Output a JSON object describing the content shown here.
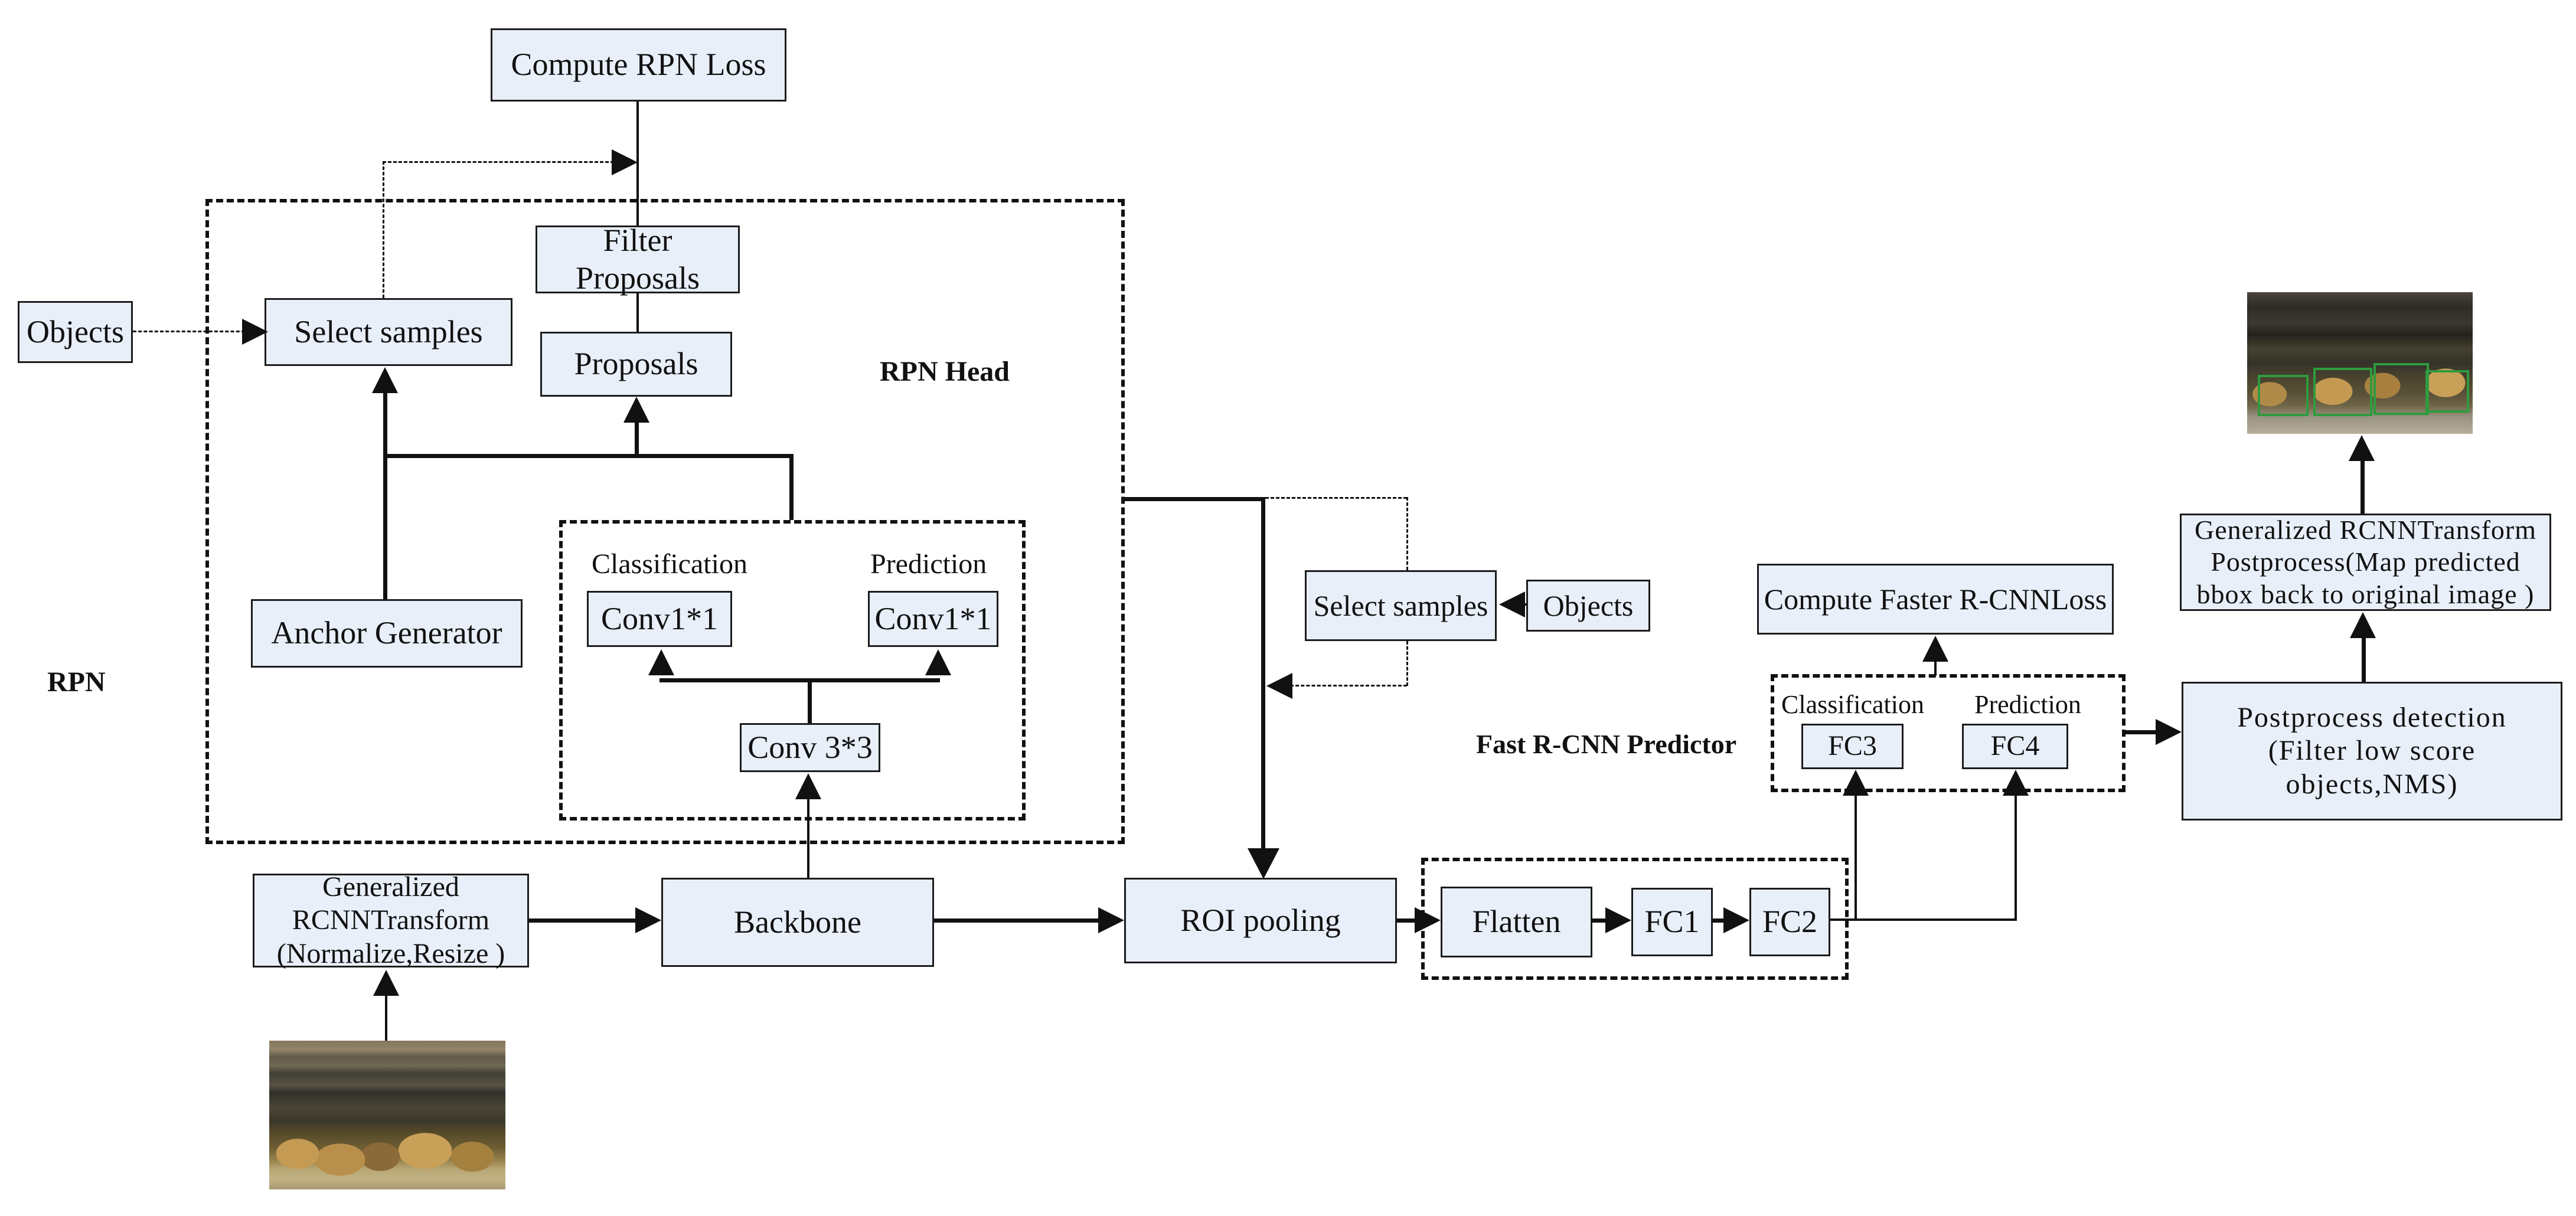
{
  "diagram": {
    "title_context": "Faster R-CNN training and inference flowchart",
    "colors": {
      "box_fill": "#e9eff9",
      "box_border": "#1c1c1c",
      "line": "#111111",
      "detection_box": "#2e9b3e",
      "background": "#ffffff"
    },
    "containers": {
      "rpn_label": "RPN",
      "rpn_head_label": "RPN Head",
      "fast_rcnn_predictor_label": "Fast R-CNN Predictor"
    },
    "sublabels": {
      "classification_rpn": "Classification",
      "prediction_rpn": "Prediction",
      "classification_frcnn": "Classification",
      "prediction_frcnn": "Prediction"
    },
    "boxes": {
      "compute_rpn_loss": "Compute RPN Loss",
      "objects_left": "Objects",
      "select_samples_rpn": "Select samples",
      "filter_proposals": "Filter Proposals",
      "proposals": "Proposals",
      "anchor_generator": "Anchor Generator",
      "conv1x1_cls": "Conv1*1",
      "conv1x1_pred": "Conv1*1",
      "conv3x3": "Conv 3*3",
      "grt": {
        "lines": [
          "Generalized",
          "RCNNTransform",
          "(Normalize,Resize )"
        ]
      },
      "backbone": "Backbone",
      "roi_pooling": "ROI pooling",
      "select_samples_frcnn": "Select samples",
      "objects_frcnn": "Objects",
      "flatten": "Flatten",
      "fc1": "FC1",
      "fc2": "FC2",
      "compute_faster_rcnn_loss": "Compute Faster R-CNNLoss",
      "fc3": "FC3",
      "fc4": "FC4",
      "postprocess_detection": {
        "lines": [
          "Postprocess detection",
          "(Filter low score objects,NMS)"
        ]
      },
      "grt_postprocess": {
        "lines": [
          "Generalized RCNNTransform",
          "Postprocess(Map predicted",
          "bbox back to original image )"
        ]
      }
    }
  }
}
